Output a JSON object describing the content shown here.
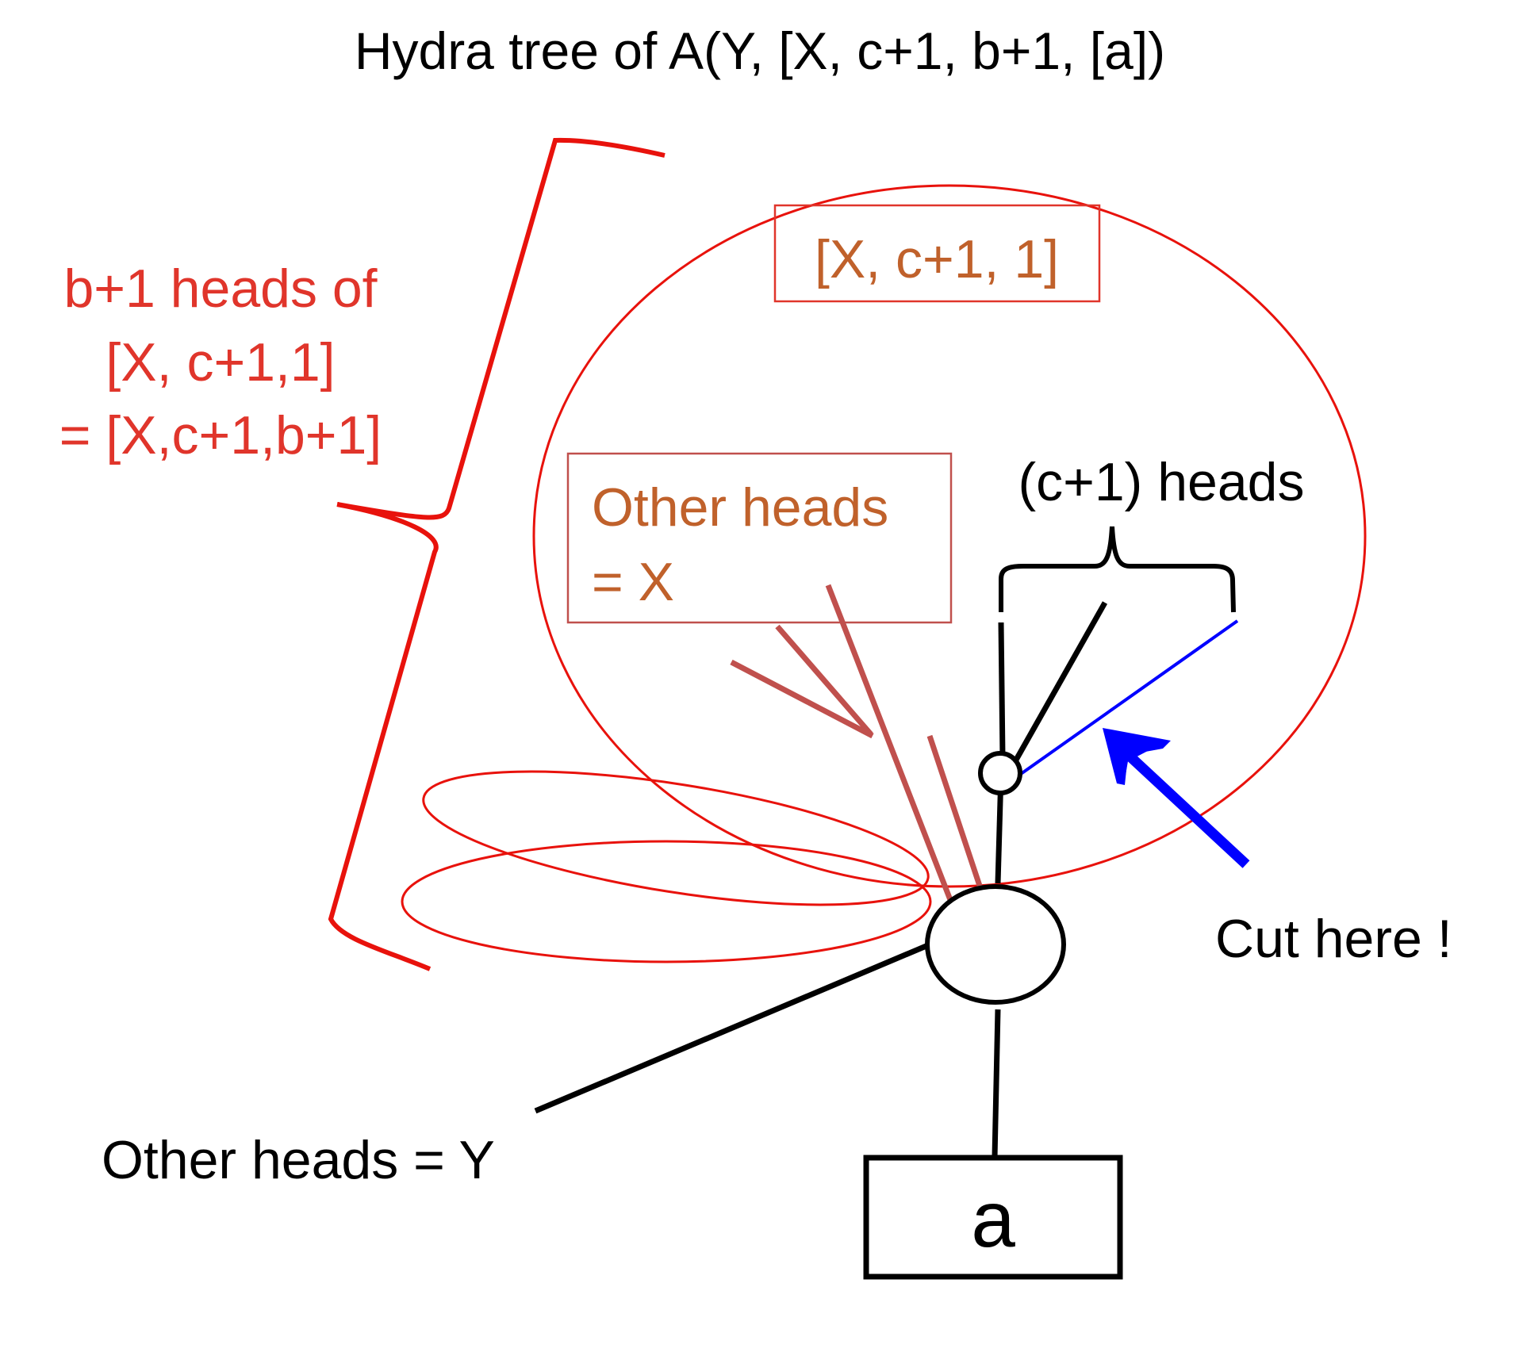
{
  "title": "Hydra tree of A(Y, [X, c+1, b+1, [a])",
  "brace_label": {
    "line1": "b+1 heads of",
    "line2": "[X, c+1,1]",
    "line3": "= [X,c+1,b+1]"
  },
  "subtree_box_label": "[X, c+1, 1]",
  "other_heads_x": {
    "line1": "Other heads",
    "line2": "= X"
  },
  "c_heads_label": "(c+1) heads",
  "cut_label": "Cut here !",
  "other_heads_y": "Other heads = Y",
  "root_label": "a",
  "colors": {
    "black": "#000000",
    "red": "#e8120c",
    "red_text": "#e0352b",
    "orange_text": "#c0612b",
    "brown_line": "#c0504d",
    "blue": "#0000ff"
  }
}
